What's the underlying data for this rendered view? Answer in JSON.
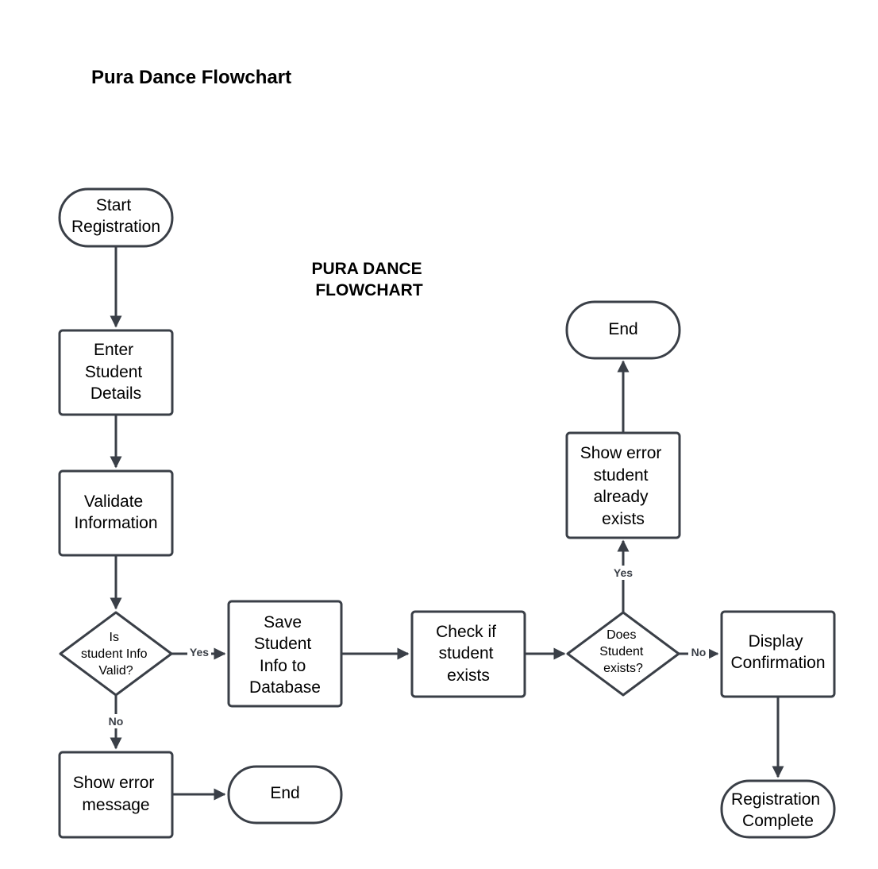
{
  "page_title": "Pura Dance Flowchart",
  "diagram_heading": [
    "PURA DANCE",
    "FLOWCHART"
  ],
  "nodes": {
    "start": [
      "Start",
      "Registration"
    ],
    "enter_details": [
      "Enter",
      "Student",
      "Details"
    ],
    "validate": [
      "Validate",
      "Information"
    ],
    "valid_decision": [
      "Is",
      "student Info",
      "Valid?"
    ],
    "save_info": [
      "Save",
      "Student",
      "Info to",
      "Database"
    ],
    "check_exists": [
      "Check if",
      "student",
      "exists"
    ],
    "exists_decision": [
      "Does",
      "Student",
      "exists?"
    ],
    "show_error_exists": [
      "Show error",
      "student",
      "already",
      "exists"
    ],
    "end_top": [
      "End"
    ],
    "display_confirmation": [
      "Display",
      "Confirmation"
    ],
    "registration_complete": [
      "Registration",
      "Complete"
    ],
    "show_error_message": [
      "Show error",
      "message"
    ],
    "end_bottom": [
      "End"
    ]
  },
  "edge_labels": {
    "valid_yes": "Yes",
    "valid_no": "No",
    "exists_yes": "Yes",
    "exists_no": "No"
  },
  "colors": {
    "stroke": "#3a3f47",
    "text": "#000000",
    "background": "#ffffff"
  }
}
